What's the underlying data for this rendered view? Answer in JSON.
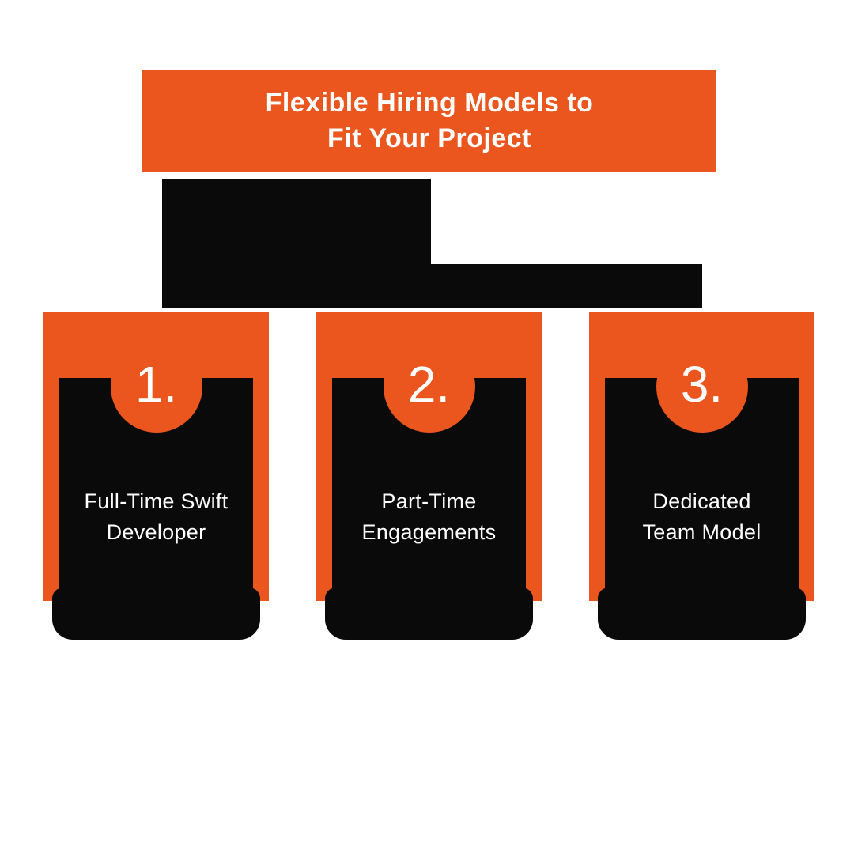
{
  "colors": {
    "orange": "#EA561E",
    "black": "#0A0A0A",
    "white": "#FFFFFF"
  },
  "header": {
    "line1": "Flexible Hiring Models to",
    "line2": "Fit Your Project"
  },
  "decor": {
    "name": "black-silhouette-shape"
  },
  "cards": [
    {
      "number": "1.",
      "label_line1": "Full-Time Swift",
      "label_line2": "Developer"
    },
    {
      "number": "2.",
      "label_line1": "Part-Time",
      "label_line2": "Engagements"
    },
    {
      "number": "3.",
      "label_line1": "Dedicated",
      "label_line2": "Team Model"
    }
  ]
}
